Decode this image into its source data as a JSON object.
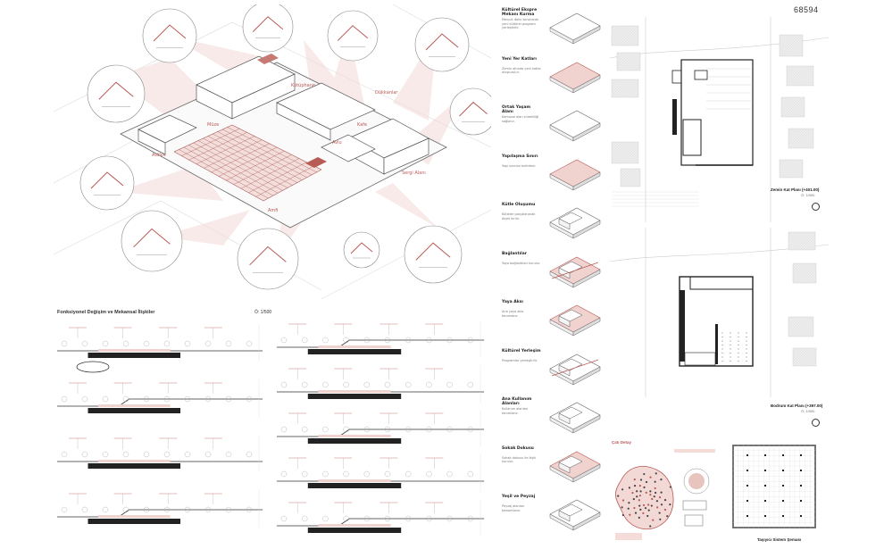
{
  "board_id": "68594",
  "colors": {
    "accent": "#b85a55",
    "accent_light": "#f0d2cf",
    "line": "#555555",
    "bg": "#ffffff"
  },
  "axo": {
    "callouts": [
      "Müze",
      "Kütüphane",
      "Kafe",
      "Atölye",
      "Sergi Alanı",
      "Avlu",
      "Amfi",
      "Dükkanlar"
    ]
  },
  "sections": {
    "title": "Fonksiyonel Değişim ve Mekansal İlişkiler",
    "scale": "Ö: 1/500"
  },
  "diagram_steps": [
    {
      "title": "Kültürel Ekspre Mekanı Kurma",
      "text": "Mevcut doku korunarak yeni kültürel program yerleştirilir."
    },
    {
      "title": "Yeni Yer Katları",
      "text": "Zemin altında yeni katlar oluşturulur."
    },
    {
      "title": "Ortak Yaşam Alanı",
      "text": "Kamusal alan sürekliliği sağlanır."
    },
    {
      "title": "Yapılaşma Sınırı",
      "text": "Yapı sınırları belirlenir."
    },
    {
      "title": "Kütle Oluşumu",
      "text": "Kütleler parçalanarak ölçek kırılır."
    },
    {
      "title": "Bağlantılar",
      "text": "Yaya bağlantıları kurulur."
    },
    {
      "title": "Yaya Aksı",
      "text": "Ana yaya aksı tanımlanır."
    },
    {
      "title": "Kültürel Yerleşim",
      "text": "Programlar yerleştirilir."
    },
    {
      "title": "Ana Kullanım Alanları",
      "text": "Kullanım alanları tanımlanır."
    },
    {
      "title": "Sokak Dokusu",
      "text": "Sokak dokusu ile ilişki kurulur."
    },
    {
      "title": "Yeşil ve Peyzaj",
      "text": "Peyzaj alanları tamamlanır."
    }
  ],
  "plans": {
    "ground": {
      "title": "Zemin Kat Planı (+401.00)",
      "scale": "Ö: 1/500"
    },
    "basement": {
      "title": "Bodrum Kat Planı (+397.00)",
      "scale": "Ö: 1/500"
    },
    "detail_title": "Çatı Detay",
    "construction_title": "Taşıyıcı Sistem Şeması"
  }
}
